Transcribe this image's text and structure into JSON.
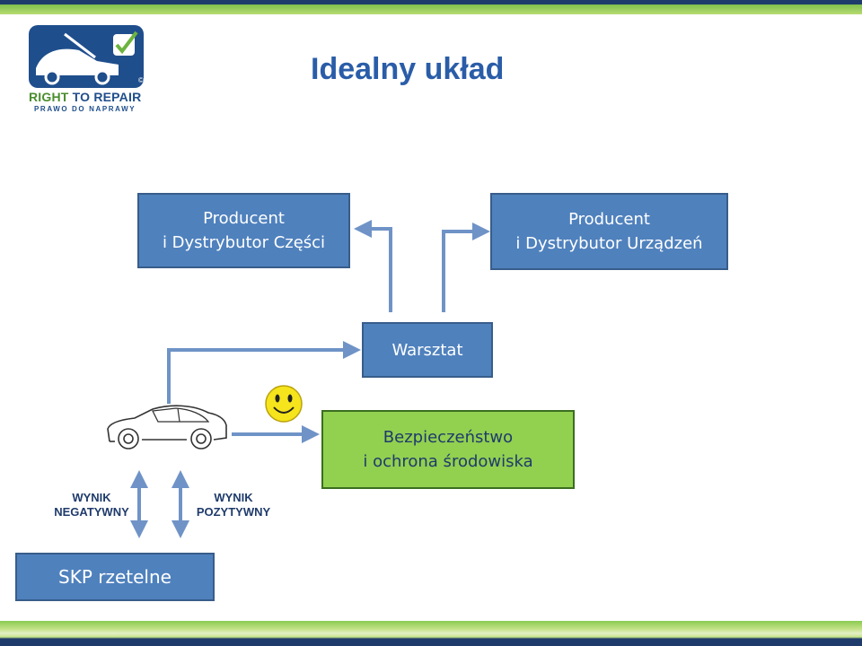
{
  "title": "Idealny układ",
  "logo": {
    "brand_part1": "RIGHT ",
    "brand_part2": "TO REPAIR",
    "subtitle": "PRAWO DO NAPRAWY",
    "copyright": "©"
  },
  "boxes": {
    "producer_parts": {
      "line1": "Producent",
      "line2": "i Dystrybutor Części"
    },
    "producer_devices": {
      "line1": "Producent",
      "line2": "i Dystrybutor Urządzeń"
    },
    "workshop": {
      "label": "Warsztat"
    },
    "safety": {
      "line1": "Bezpieczeństwo",
      "line2": "i ochrona środowiska"
    },
    "skp": {
      "label": "SKP rzetelne"
    }
  },
  "results": {
    "negative": {
      "line1": "WYNIK",
      "line2": "NEGATYWNY"
    },
    "positive": {
      "line1": "WYNIK",
      "line2": "POZYTYWNY"
    }
  },
  "icons": [
    "car-icon",
    "smiley-icon",
    "logo-car-icon",
    "logo-checkmark-icon"
  ],
  "colors": {
    "box_blue": "#4f81bd",
    "box_green": "#92d050",
    "arrow": "#6f93c7",
    "title": "#2a5da8"
  }
}
